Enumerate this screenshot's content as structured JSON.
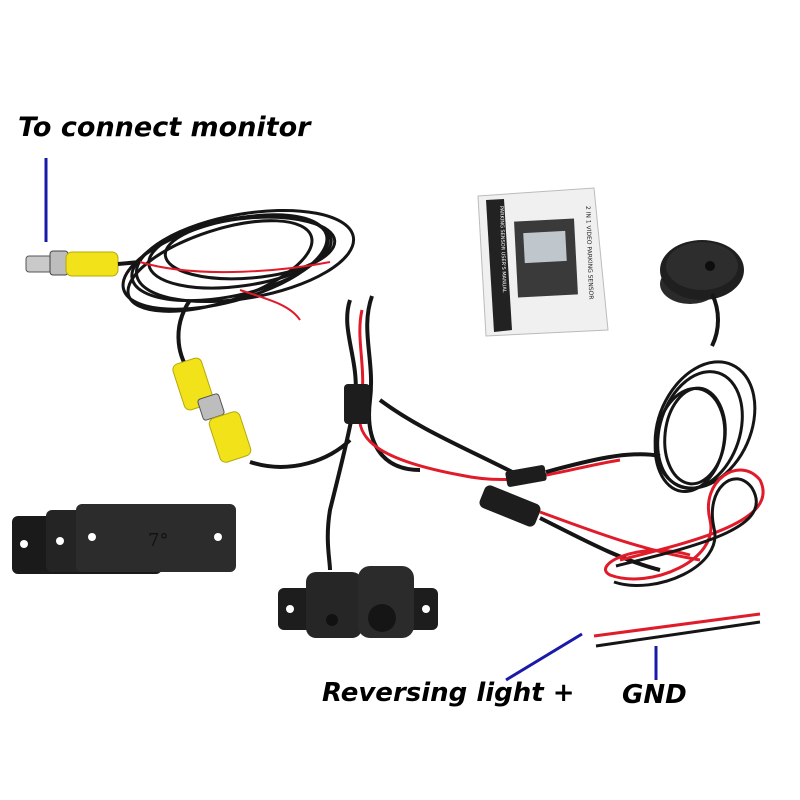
{
  "labels": {
    "monitor": "To connect monitor",
    "reversing_light": "Reversing light +",
    "ground": "GND"
  },
  "bracket_text": "7°",
  "manual_text": {
    "title": "2 IN 1 VIDEO PARKING SENSOR",
    "subtitle": "PARKING SENSOR USER'S MANUAL"
  },
  "colors": {
    "cable": "#151515",
    "red_wire": "#e01b2a",
    "rca_yellow": "#f2e21a",
    "pointer_line": "#1a1aa8"
  }
}
